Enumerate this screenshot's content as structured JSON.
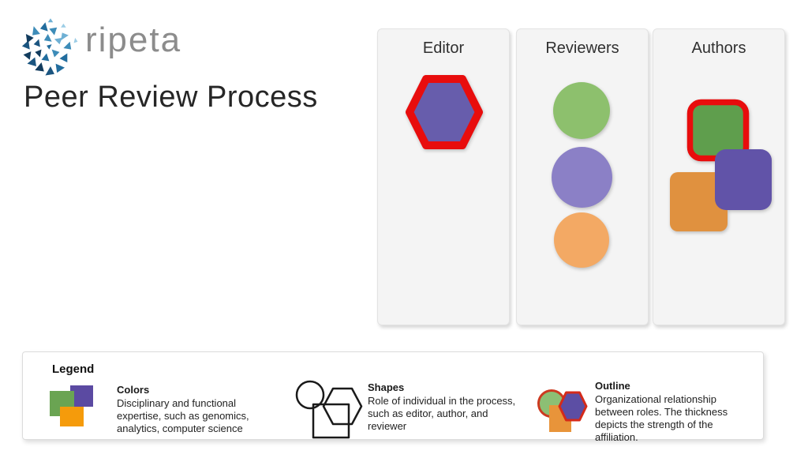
{
  "brand": {
    "logo_text": "ripeta",
    "title": "Peer Review Process"
  },
  "columns": [
    {
      "label": "Editor",
      "shapes": [
        {
          "type": "hexagon",
          "fill": "purple",
          "outline": "red-thick"
        }
      ]
    },
    {
      "label": "Reviewers",
      "shapes": [
        {
          "type": "circle",
          "fill": "green"
        },
        {
          "type": "circle",
          "fill": "purple"
        },
        {
          "type": "circle",
          "fill": "orange"
        }
      ]
    },
    {
      "label": "Authors",
      "shapes": [
        {
          "type": "rounded-square",
          "fill": "orange"
        },
        {
          "type": "rounded-square",
          "fill": "green",
          "outline": "red-thick"
        },
        {
          "type": "rounded-square",
          "fill": "purple"
        }
      ]
    }
  ],
  "legend": {
    "title": "Legend",
    "items": [
      {
        "title": "Colors",
        "description": "Disciplinary and functional expertise, such as genomics, analytics, computer science",
        "lines": [
          "Disciplinary and functional",
          "expertise, such as genomics,",
          "analytics, computer science"
        ]
      },
      {
        "title": "Shapes",
        "description": "Role of individual in the process, such as editor, author, and reviewer",
        "lines": [
          "Role of individual in the process,",
          "such as editor, author, and",
          "reviewer"
        ]
      },
      {
        "title": "Outline",
        "description": "Organizational relationship between roles. The thickness depicts the strength of the affiliation.",
        "lines": [
          "Organizational relationship",
          "between roles. The thickness",
          "depicts the strength of the",
          "affiliation."
        ]
      }
    ]
  },
  "colors": {
    "accent_red": "#e80d0d",
    "editor_purple": "#675dac",
    "reviewer_green": "#8dc06d",
    "reviewer_purple": "#8b80c6",
    "reviewer_orange": "#f3a964",
    "author_green": "#5f9e4d",
    "author_purple": "#6153a8",
    "author_orange": "#e0913f",
    "legend_green": "#6aa452",
    "legend_purple": "#5b4aa2",
    "legend_orange": "#f59b0b",
    "outline_icon_green": "#8cbf74",
    "outline_icon_purple": "#5c4ea4",
    "outline_icon_orange": "#e8943a",
    "outline_icon_red": "#cc3a20",
    "logo_blue": "#2f7cb0"
  }
}
